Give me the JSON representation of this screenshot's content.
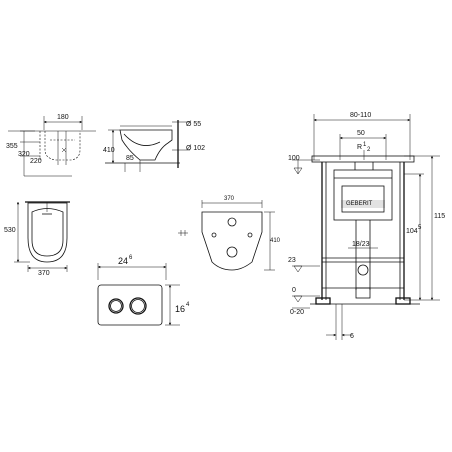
{
  "brand_logo_text": "GEBERIT",
  "top_view": {
    "width_180": "180",
    "h355": "355",
    "h320": "320",
    "h220": "220"
  },
  "side_view": {
    "h410": "410",
    "d55": "Ø 55",
    "d102": "Ø 102",
    "w85": "85"
  },
  "plan_view": {
    "h530": "530",
    "w370": "370"
  },
  "flush_plate": {
    "width": "24",
    "width_sup": "6",
    "height": "16",
    "height_sup": "4"
  },
  "panel_view": {
    "w370": "370",
    "h410": "410"
  },
  "frame": {
    "width_range": "80-110",
    "inner_50": "50",
    "thread": "R",
    "thread_sup": "1",
    "thread_sub": "2",
    "h100": "100",
    "h115": "115",
    "h104": "104",
    "h104_sup": "5",
    "pipe_18_23": "18/23",
    "h23": "23",
    "h0": "0",
    "floor_range": "0-20",
    "w6": "6"
  }
}
